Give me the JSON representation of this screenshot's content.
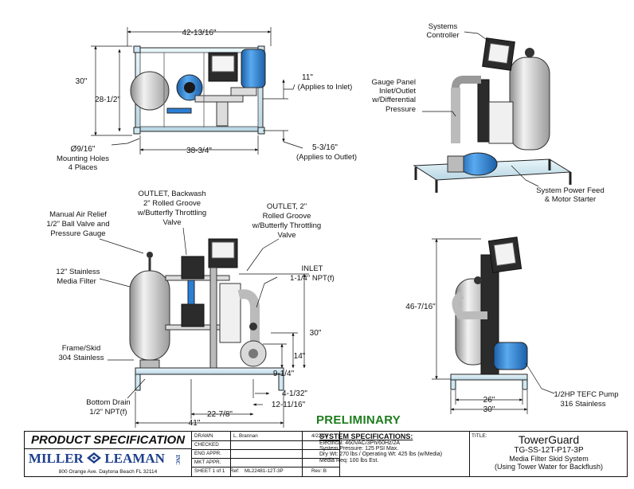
{
  "dimensions": {
    "top_width": "42-13/16\"",
    "height_30": "30\"",
    "height_28": "28-1/2\"",
    "holes": "Ø9/16\"",
    "holes_line2": "Mounting Holes",
    "holes_line3": "4 Places",
    "base_width": "38-3/4\"",
    "inlet_11": "11\"",
    "inlet_applies": "(Applies to Inlet)",
    "outlet_5": "5-3/16\"",
    "outlet_applies": "(Applies to Outlet)",
    "front_30": "30\"",
    "front_14": "14\"",
    "front_9": "9-1/4\"",
    "front_4": "4-1/32\"",
    "front_12": "12-11/16\"",
    "front_22": "22-7/8\"",
    "front_41": "41\"",
    "side_46": "46-7/16\"",
    "side_26": "26\"",
    "side_30": "30\""
  },
  "callouts": {
    "controller": [
      "Systems",
      "Controller"
    ],
    "gauge_panel": [
      "Gauge Panel",
      "Inlet/Outlet",
      "w/Differential",
      "Pressure"
    ],
    "power_feed": [
      "System Power Feed",
      "& Motor Starter"
    ],
    "outlet_backwash": [
      "OUTLET, Backwash",
      "2\" Rolled Groove",
      "w/Butterfly Throttling",
      "Valve"
    ],
    "outlet_2": [
      "OUTLET, 2\"",
      "Rolled Groove",
      "w/Butterfly Throttling",
      "Valve"
    ],
    "air_relief": [
      "Manual Air Relief",
      "1/2\" Ball Valve and",
      "Pressure Gauge"
    ],
    "media_filter": [
      "12\" Stainless",
      "Media Filter"
    ],
    "inlet": [
      "INLET",
      "1-1/4\" NPT(f)"
    ],
    "frame": [
      "Frame/Skid",
      "304 Stainless"
    ],
    "drain": [
      "Bottom Drain",
      "1/2\" NPT(f)"
    ],
    "pump": [
      "1/2HP TEFC Pump",
      "316 Stainless"
    ]
  },
  "status": "PRELIMINARY",
  "title_block": {
    "heading": "PRODUCT SPECIFICATION",
    "company": "MILLER",
    "company2": "LEAMAN",
    "inc": "INC",
    "address": "800 Orange Ave. Daytona Beach FL 32114",
    "drawn_label": "DRAWN",
    "drawn_by": "L. Brannan",
    "drawn_date": "4/22/19",
    "checked_label": "CHECKED",
    "eng_label": "ENG APPR.",
    "mkt_label": "MKT APPR.",
    "sheet_label": "SHEET 1 of 1",
    "ref_label": "Ref:",
    "ref_value": "ML22481-12T-3P",
    "rev_label": "Rev: B",
    "spec_heading": "SYSTEM SPECIFICATIONS:",
    "spec_lines": [
      "Electrical: 460VAC/3Ph/60Hz/2A",
      "System Pressure: 125 PSI  Max.",
      "Dry Wt: 270 lbs / Operating Wt: 425 lbs (w/Media)",
      "Media Req: 100 lbs Est."
    ],
    "title_label": "TITLE:",
    "product": "TowerGuard",
    "model": "TG-SS-12T-P17-3P",
    "desc1": "Media Filter Skid System",
    "desc2": "(Using Tower Water for Backflush)"
  },
  "colors": {
    "prelim": "#1c7d1c",
    "frame": "#d9eef7",
    "pump": "#2a7fd6",
    "tank": "#d0d0d0"
  }
}
